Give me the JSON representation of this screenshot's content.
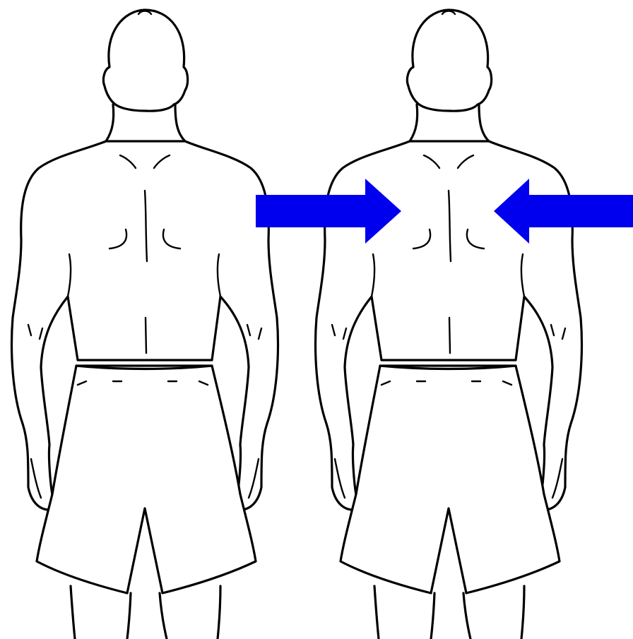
{
  "figure": {
    "panels": [
      {
        "name": "relaxed-posture"
      },
      {
        "name": "retracted-shoulder-blades"
      }
    ],
    "arrows": [
      {
        "name": "arrow-from-left",
        "direction": "right"
      },
      {
        "name": "arrow-from-right",
        "direction": "left"
      }
    ],
    "colors": {
      "arrow": "#0000ee",
      "line": "#000000",
      "background": "#ffffff"
    }
  }
}
